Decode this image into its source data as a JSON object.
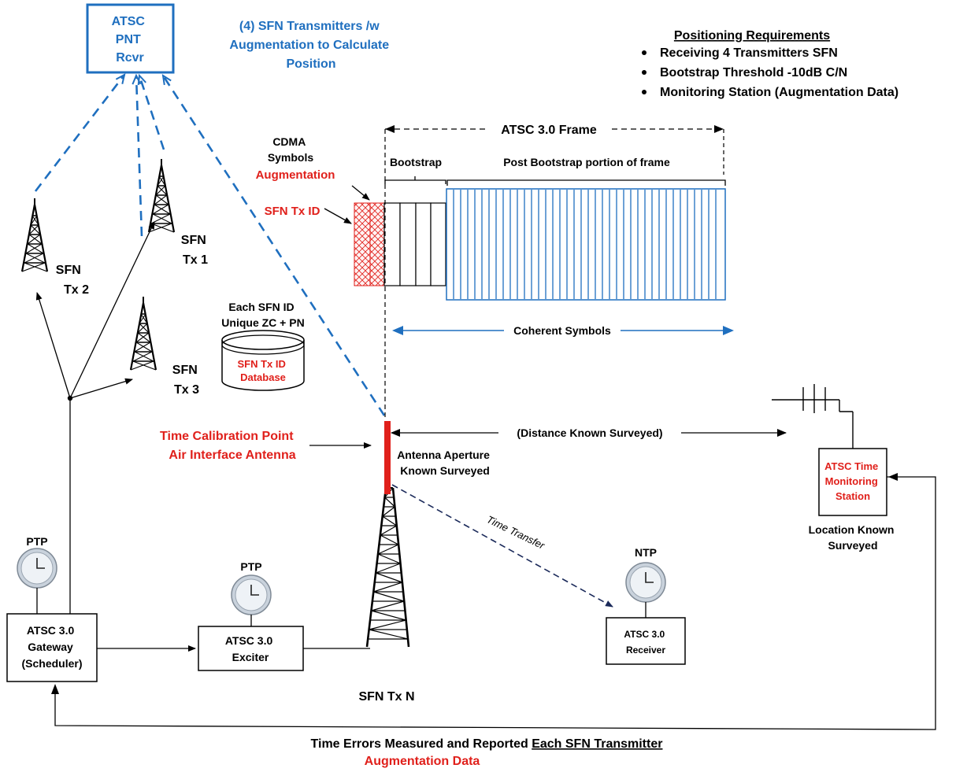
{
  "receiver": {
    "lines": [
      "ATSC",
      "PNT",
      "Rcvr"
    ]
  },
  "headline": {
    "lines": [
      "(4) SFN Transmitters /w",
      "Augmentation to Calculate",
      "Position"
    ]
  },
  "requirements": {
    "title": "Positioning Requirements",
    "items": [
      "Receiving 4 Transmitters SFN",
      "Bootstrap Threshold -10dB C/N",
      "Monitoring Station (Augmentation Data)"
    ]
  },
  "frame": {
    "label": "ATSC 3.0 Frame",
    "bootstrap": "Bootstrap",
    "post": "Post Bootstrap portion of frame",
    "cdma": [
      "CDMA",
      "Symbols"
    ],
    "augmentation": "Augmentation",
    "sfn_tx_id": "SFN Tx ID",
    "coherent": "Coherent Symbols"
  },
  "towers": {
    "tx1": [
      "SFN",
      "Tx 1"
    ],
    "tx2": [
      "SFN",
      "Tx 2"
    ],
    "tx3": [
      "SFN",
      "Tx 3"
    ],
    "txn": "SFN Tx N"
  },
  "database": {
    "above": [
      "Each SFN ID",
      "Unique ZC + PN"
    ],
    "inside": [
      "SFN Tx ID",
      "Database"
    ]
  },
  "calibration": {
    "lines": [
      "Time Calibration Point",
      "Air Interface Antenna"
    ]
  },
  "aperture": {
    "lines": [
      "Antenna Aperture",
      "Known Surveyed"
    ]
  },
  "distance": "(Distance Known Surveyed)",
  "monitor": {
    "lines": [
      "ATSC Time",
      "Monitoring",
      "Station"
    ],
    "below": [
      "Location Known",
      "Surveyed"
    ]
  },
  "time_transfer": "Time Transfer",
  "clocks": {
    "ptp1": "PTP",
    "ptp2": "PTP",
    "ntp": "NTP"
  },
  "gateway": {
    "lines": [
      "ATSC 3.0",
      "Gateway",
      "(Scheduler)"
    ]
  },
  "exciter": {
    "lines": [
      "ATSC 3.0",
      "Exciter"
    ]
  },
  "rx": {
    "lines": [
      "ATSC 3.0",
      "Receiver"
    ]
  },
  "footer": {
    "prefix": "Time Errors Measured and Reported ",
    "underlined": "Each SFN Transmitter",
    "sub": "Augmentation  Data"
  },
  "colors": {
    "blue": "#1f6fbf",
    "red": "#e0201b",
    "black": "#000000"
  }
}
